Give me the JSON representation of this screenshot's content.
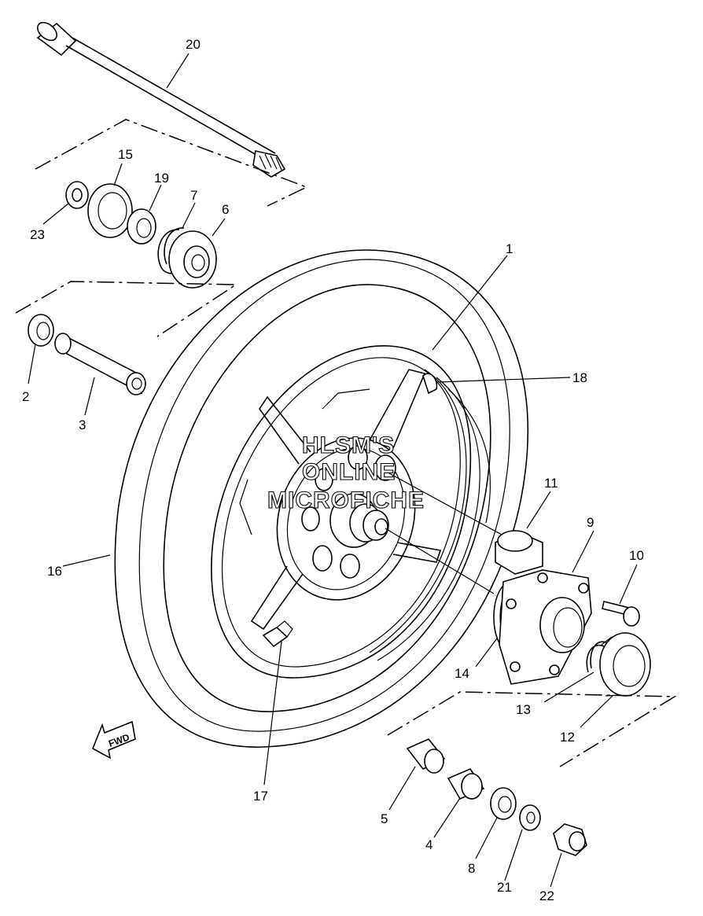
{
  "diagram": {
    "parts": [
      {
        "number": "1"
      },
      {
        "number": "2"
      },
      {
        "number": "3"
      },
      {
        "number": "4"
      },
      {
        "number": "5"
      },
      {
        "number": "6"
      },
      {
        "number": "7"
      },
      {
        "number": "8"
      },
      {
        "number": "9"
      },
      {
        "number": "10"
      },
      {
        "number": "11"
      },
      {
        "number": "12"
      },
      {
        "number": "13"
      },
      {
        "number": "14"
      },
      {
        "number": "15"
      },
      {
        "number": "16"
      },
      {
        "number": "17"
      },
      {
        "number": "18"
      },
      {
        "number": "19"
      },
      {
        "number": "20"
      },
      {
        "number": "21"
      },
      {
        "number": "22"
      },
      {
        "number": "23"
      }
    ],
    "fwd_label": "FWD",
    "watermark": [
      "HLSM'S",
      "ONLINE",
      "MICROFICHE"
    ]
  }
}
